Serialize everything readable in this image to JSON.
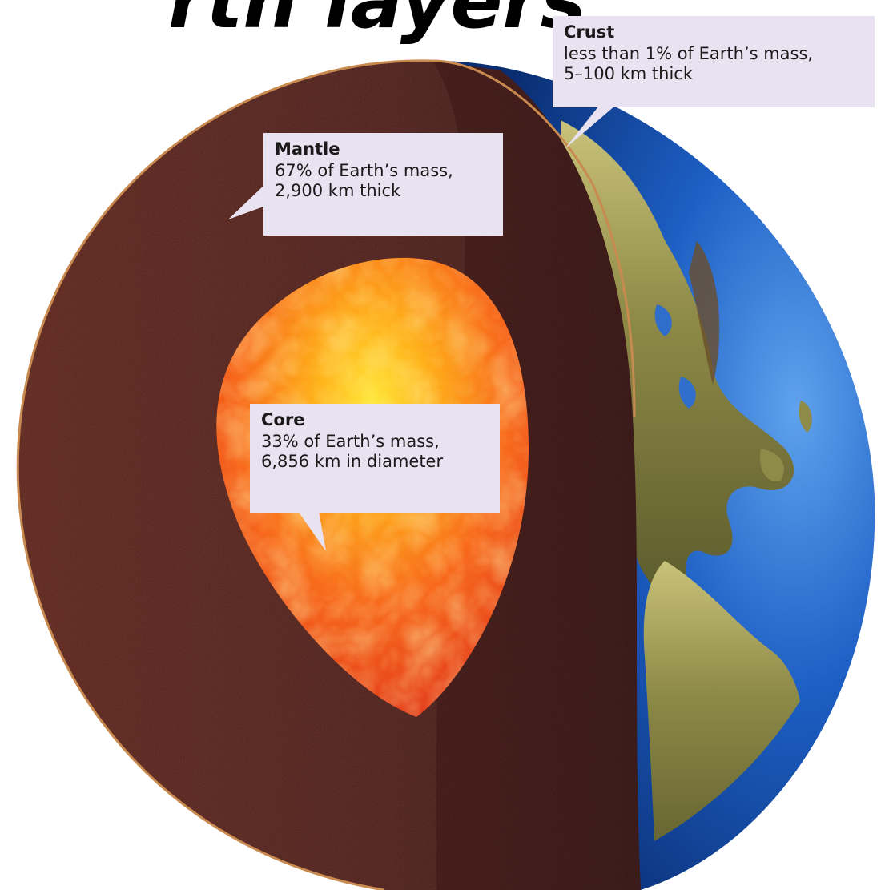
{
  "heading_fragment": "rth layers",
  "labels": {
    "crust": {
      "title": "Crust",
      "line1": "less than 1% of Earth’s mass,",
      "line2": "5–100 km thick"
    },
    "mantle": {
      "title": "Mantle",
      "line1": "67% of Earth’s mass,",
      "line2": "2,900 km thick"
    },
    "core": {
      "title": "Core",
      "line1": "33% of Earth’s mass,",
      "line2": "6,856 km in diameter"
    }
  },
  "colors": {
    "ocean": "#1d5fc4",
    "mantle": "#4a1a16",
    "core": "#f04818",
    "crust_edge": "#c98a50",
    "label_bg": "#e9e3f1"
  },
  "icons": {
    "globe": "earth-globe-illustration"
  }
}
